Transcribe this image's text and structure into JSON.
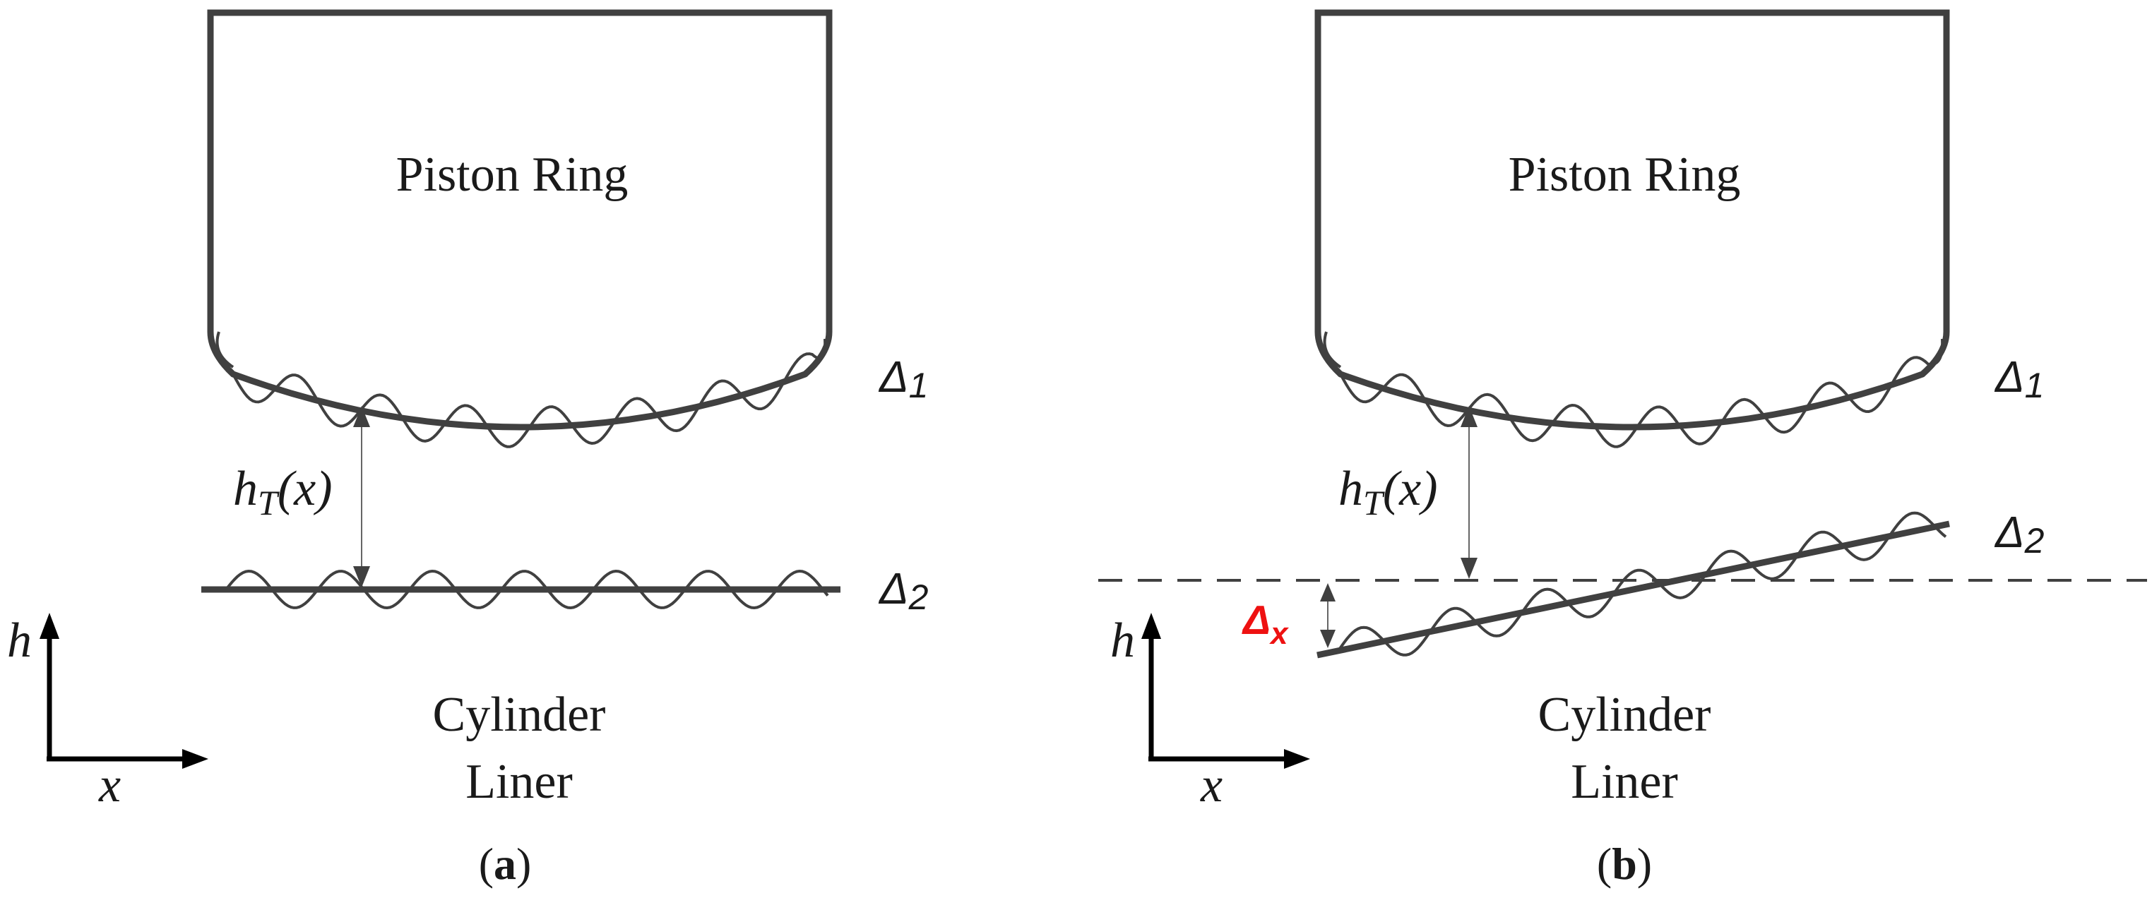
{
  "panel_a": {
    "ring_label": "Piston Ring",
    "liner_label_line1": "Cylinder",
    "liner_label_line2": "Liner",
    "delta1": {
      "base": "Δ",
      "sub": "1"
    },
    "delta2": {
      "base": "Δ",
      "sub": "2"
    },
    "gap": {
      "base": "h",
      "sub": "T",
      "tail": "(x)"
    },
    "axis_h": "h",
    "axis_x": "x",
    "caption_open": "(",
    "caption_letter": "a",
    "caption_close": ")"
  },
  "panel_b": {
    "ring_label": "Piston Ring",
    "liner_label_line1": "Cylinder",
    "liner_label_line2": "Liner",
    "delta1": {
      "base": "Δ",
      "sub": "1"
    },
    "delta2": {
      "base": "Δ",
      "sub": "2"
    },
    "gap": {
      "base": "h",
      "sub": "T",
      "tail": "(x)"
    },
    "delta_x": {
      "base": "Δ",
      "sub": "x"
    },
    "axis_h": "h",
    "axis_x": "x",
    "caption_open": "(",
    "caption_letter": "b",
    "caption_close": ")"
  },
  "colors": {
    "stroke": "#404040",
    "highlight": "#ee1111"
  }
}
